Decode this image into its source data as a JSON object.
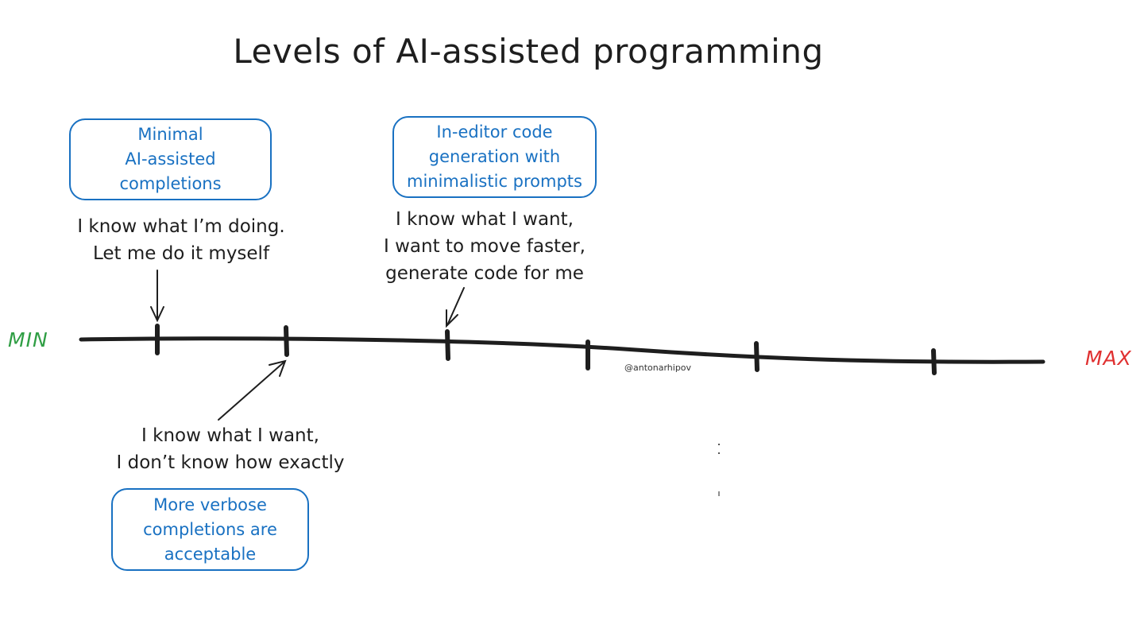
{
  "title": "Levels of AI-assisted programming",
  "scale": {
    "min_label": "MIN",
    "max_label": "MAX",
    "min_color": "#2f9e44",
    "max_color": "#e03131"
  },
  "levels": [
    {
      "box_lines": [
        "Minimal",
        "AI-assisted",
        "completions"
      ],
      "note_lines": [
        "I know what I’m doing.",
        "Let me do it myself"
      ]
    },
    {
      "box_lines": [
        "More verbose",
        "completions are",
        "acceptable"
      ],
      "note_lines": [
        "I know what I want,",
        "I don’t know how exactly"
      ]
    },
    {
      "box_lines": [
        "In-editor code",
        "generation with",
        "minimalistic prompts"
      ],
      "note_lines": [
        "I know what I want,",
        "I want to move faster,",
        "generate code for me"
      ]
    }
  ],
  "watermark": "@antonarhipov",
  "colors": {
    "ink": "#1e1e1e",
    "box_stroke": "#1971c2",
    "box_text": "#1971c2"
  }
}
